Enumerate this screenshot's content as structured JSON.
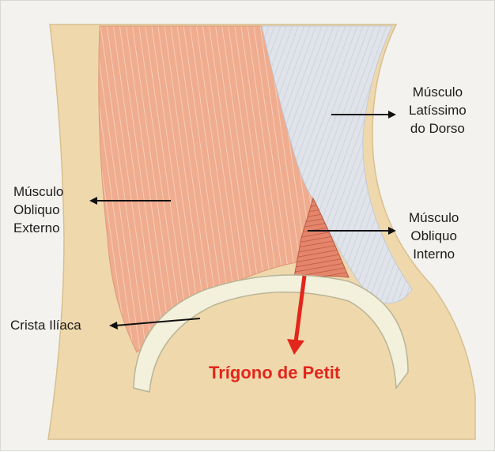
{
  "labels": {
    "latissimus": "Músculo\nLatíssimo\ndo Dorso",
    "external_oblique": "Músculo\nObliquo\nExterno",
    "internal_oblique": "Músculo\nObliquo\nInterno",
    "iliac_crest": "Crista Ilíaca",
    "petit_triangle": "Trígono de Petit"
  },
  "colors": {
    "skin": "#efd9ac",
    "muscle": "#efa98a",
    "muscle_dark": "#d9785e",
    "fascia": "#dfe3ea",
    "bone": "#f3f0dc",
    "arrow_black": "#111111",
    "accent_red": "#e3261c"
  }
}
